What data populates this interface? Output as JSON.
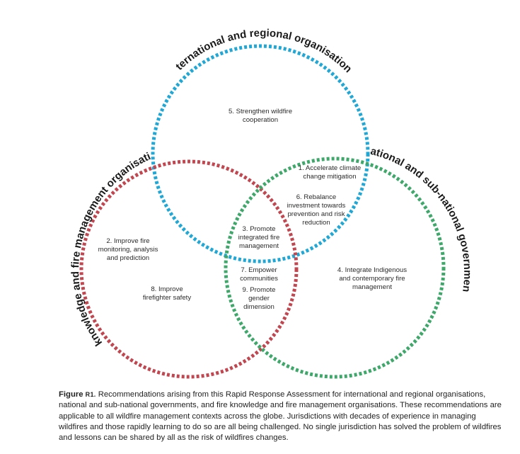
{
  "colors": {
    "international": "#1fa7d6",
    "national": "#3ea86a",
    "fire": "#c1464f"
  },
  "circles": {
    "international": "International and regional organisations",
    "national": "National and sub-national governments",
    "fire": "Fire knowledge and fire management organisations"
  },
  "items": [
    {
      "id": "5",
      "lines": [
        "5. Strengthen wildfire",
        "cooperation"
      ]
    },
    {
      "id": "1",
      "lines": [
        "1. Accelerate climate",
        "change mitigation"
      ]
    },
    {
      "id": "6",
      "lines": [
        "6. Rebalance",
        "investment towards",
        "prevention  and risk",
        "reduction"
      ]
    },
    {
      "id": "2",
      "lines": [
        "2. Improve fire",
        "monitoring, analysis",
        "and prediction"
      ]
    },
    {
      "id": "3",
      "lines": [
        "3. Promote",
        "integrated fire",
        "management"
      ]
    },
    {
      "id": "7",
      "lines": [
        "7. Empower",
        "communities"
      ]
    },
    {
      "id": "9",
      "lines": [
        "9. Promote",
        "gender",
        "dimension"
      ]
    },
    {
      "id": "4",
      "lines": [
        "4. Integrate Indigenous",
        "and contemporary fire",
        "management"
      ]
    },
    {
      "id": "8",
      "lines": [
        "8. Improve",
        "firefighter safety"
      ]
    }
  ],
  "caption": {
    "figure_word": "Figure ",
    "figure_num": "R1.",
    "text": " Recommendations arising from this Rapid Response Assessment for international and regional organisations, national and sub-national governments, and fire knowledge and fire management organisations. These recommendations are applicable to all wildfire management contexts across the globe. Jurisdictions with decades of experience in managing wildfires and those rapidly learning to do so are all being challenged. No single jurisdiction has solved the problem of wildfires and lessons can be shared by all as the risk of wildfires changes."
  }
}
